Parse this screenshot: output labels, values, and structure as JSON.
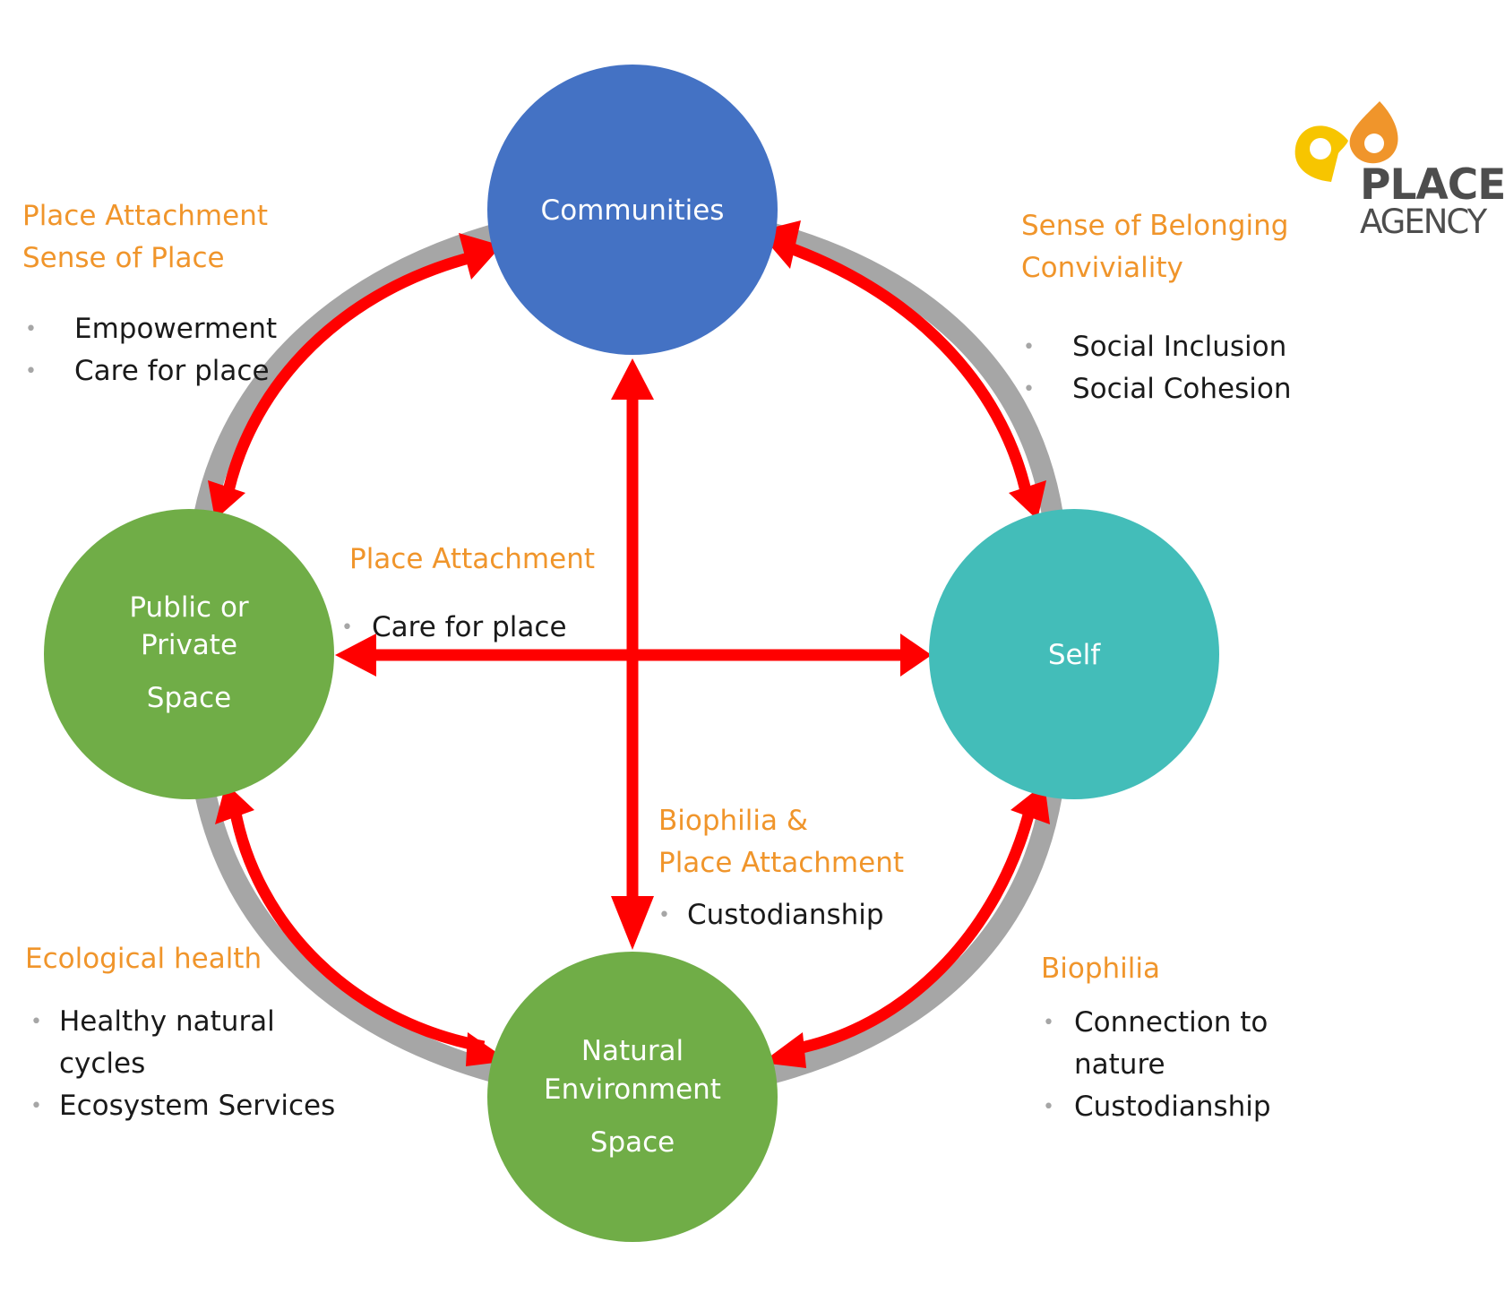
{
  "nodes": {
    "communities": {
      "line1": "Communities",
      "color": "#4472C4"
    },
    "public_space": {
      "line1": "Public or",
      "line2": "Private",
      "line3": "Space",
      "color": "#70AD47"
    },
    "self": {
      "line1": "Self",
      "color": "#43BDB9"
    },
    "natural": {
      "line1": "Natural",
      "line2": "Environment",
      "line3": "Space",
      "color": "#70AD47"
    }
  },
  "colors": {
    "arrow": "#FF0000",
    "ring": "#A6A6A6",
    "heading": "#F0952B",
    "logo_orange": "#F0952B",
    "logo_yellow": "#F7C500"
  },
  "top_left": {
    "title1": "Place Attachment",
    "title2": "Sense of Place",
    "items": [
      "Empowerment",
      "Care for place"
    ]
  },
  "top_right": {
    "title1": "Sense of Belonging",
    "title2": "Conviviality",
    "items": [
      "Social Inclusion",
      "Social Cohesion"
    ]
  },
  "center": {
    "title": "Place Attachment",
    "item": "Care for place"
  },
  "center_bottom": {
    "title1": "Biophilia &",
    "title2": "Place Attachment",
    "item": "Custodianship"
  },
  "bottom_left": {
    "title": "Ecological health",
    "item1_line1": "Healthy natural",
    "item1_line2": "cycles",
    "item2": "Ecosystem Services"
  },
  "bottom_right": {
    "title": "Biophilia",
    "item1_line1": "Connection to",
    "item1_line2": "nature",
    "item2": "Custodianship"
  },
  "logo": {
    "line1": "PLACE",
    "line2": "AGENCY",
    "icon": "place-pin-icon"
  }
}
